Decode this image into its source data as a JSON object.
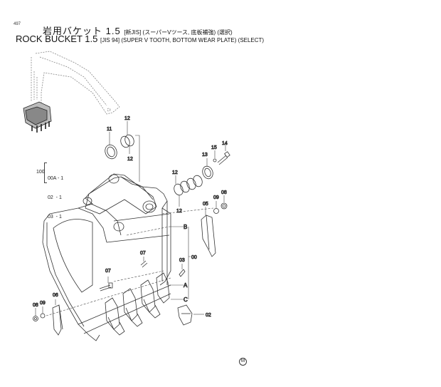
{
  "page": {
    "number": "497"
  },
  "title": {
    "jp_main": "岩用バケット 1.5",
    "jp_sub": "[新JIS] (スーパーVツース, 底板補強) (選択)",
    "en_main": "ROCK BUCKET 1.5",
    "en_sub": "[JIS 94] (SUPER V TOOTH, BOTTOM WEAR PLATE) (SELECT)"
  },
  "kit": {
    "prefix": "100",
    "rows": [
      "00A - 1",
      "02  - 1",
      "03  - 1"
    ]
  },
  "callouts": {
    "p02": "02",
    "p03": "03",
    "p05": "05",
    "p06": "06",
    "p07a": "07",
    "p07b": "07",
    "p08a": "08",
    "p08b": "08",
    "p09a": "09",
    "p09b": "09",
    "p11": "11",
    "p12a": "12",
    "p12b": "12",
    "p12c": "12",
    "p12d": "12",
    "p13": "13",
    "p14": "14",
    "p15": "15",
    "p00": "00",
    "refA": "A",
    "refB": "B",
    "refC": "C"
  },
  "footer_mark": "M"
}
